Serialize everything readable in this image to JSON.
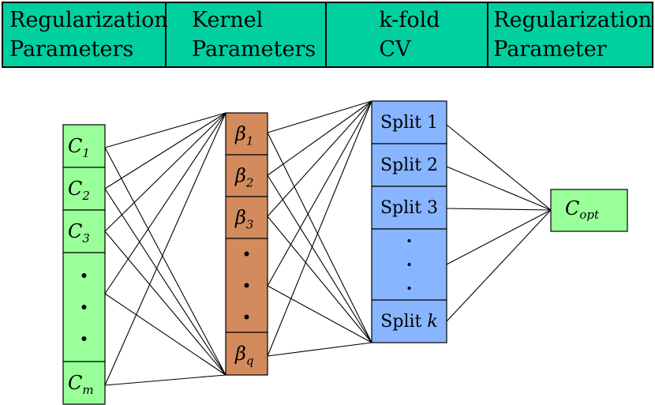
{
  "header": {
    "cells": [
      {
        "line1": "Regularization",
        "line2": "Parameters"
      },
      {
        "line1": "Kernel",
        "line2": "Parameters"
      },
      {
        "line1": "k-fold",
        "line2": "CV"
      },
      {
        "line1": "Regularization",
        "line2": "Parameter"
      }
    ]
  },
  "columns": {
    "c": {
      "color": "#99ff99",
      "items": [
        {
          "main": "C",
          "sub": "1"
        },
        {
          "main": "C",
          "sub": "2"
        },
        {
          "main": "C",
          "sub": "3"
        },
        {
          "dots": true
        },
        {
          "main": "C",
          "sub": "m"
        }
      ]
    },
    "beta": {
      "color": "#d38b5d",
      "items": [
        {
          "main": "β",
          "sub": "1"
        },
        {
          "main": "β",
          "sub": "2"
        },
        {
          "main": "β",
          "sub": "3"
        },
        {
          "dots": true
        },
        {
          "main": "β",
          "sub": "q"
        }
      ]
    },
    "split": {
      "color": "#88b5ff",
      "items": [
        {
          "text": "Split 1"
        },
        {
          "text": "Split 2"
        },
        {
          "text": "Split 3"
        },
        {
          "dots": true
        },
        {
          "text": "Split ",
          "italic": "k"
        }
      ]
    },
    "opt": {
      "color": "#99ff99",
      "main": "C",
      "sub": "opt"
    }
  }
}
